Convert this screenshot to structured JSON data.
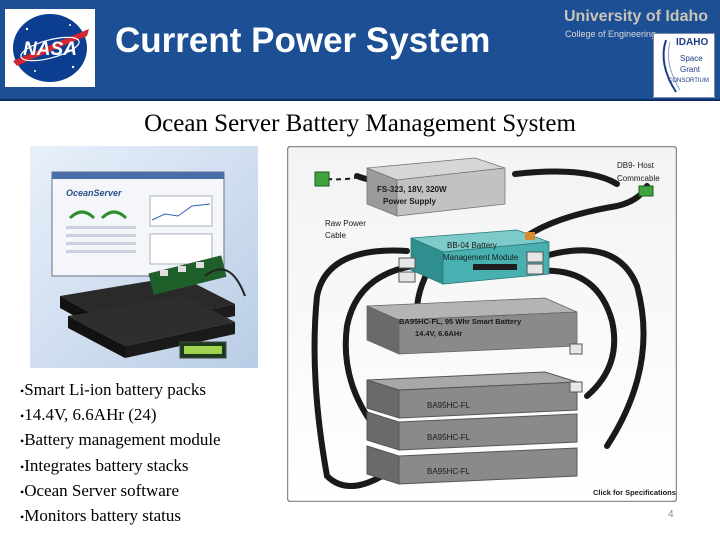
{
  "header": {
    "title": "Current Power System",
    "university": "University of Idaho",
    "college": "College of Engineering",
    "consortium_lines": [
      "IDAHO",
      "Space",
      "Grant",
      "CONSORTIUM"
    ],
    "logo_text": "NASA"
  },
  "subtitle": "Ocean Server Battery Management System",
  "photo": {
    "brand": "OceanServer"
  },
  "bullets": [
    "Smart Li-ion battery packs",
    "14.4V, 6.6AHr  (24)",
    "Battery management module",
    "Integrates battery stacks",
    "Ocean Server software",
    "Monitors battery status"
  ],
  "diagram": {
    "power_supply": [
      "FS-323, 18V, 320W",
      "Power Supply"
    ],
    "raw_power_cable": [
      "Raw Power",
      "Cable"
    ],
    "host_cable": [
      "DB9- Host",
      "Commcable"
    ],
    "bms": [
      "BB-04 Battery",
      "Management Module"
    ],
    "battery_top": [
      "BA95HC-FL, 95 Whr Smart Battery",
      "14.4V, 6.6AHr"
    ],
    "battery_labels": [
      "BA95HC-FL",
      "BA95HC-FL",
      "BA95HC-FL"
    ],
    "spec_link": "Click for Specifications"
  },
  "page_number": "4",
  "colors": {
    "header_blue": "#1d4f95",
    "module_teal": "#48b0b0",
    "battery_gray": "#8a8a8a",
    "nasa_red": "#d22630"
  }
}
